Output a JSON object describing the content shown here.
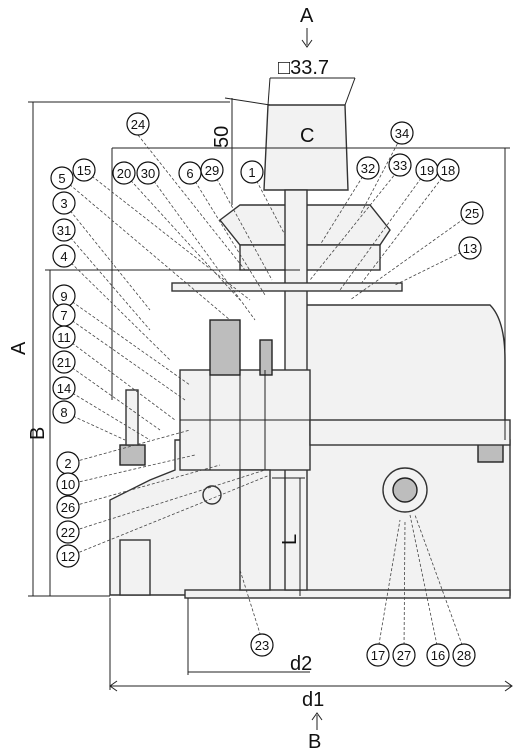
{
  "view": {
    "top": "A",
    "bottom": "B"
  },
  "dims": {
    "square": "□33.7",
    "h50": "50",
    "c": "C",
    "a": "A",
    "b": "B",
    "l": "L",
    "d1": "d1",
    "d2": "d2"
  },
  "callouts": [
    "24",
    "34",
    "15",
    "5",
    "20",
    "30",
    "6",
    "29",
    "1",
    "32",
    "33",
    "19",
    "18",
    "3",
    "25",
    "31",
    "13",
    "4",
    "9",
    "7",
    "11",
    "21",
    "14",
    "8",
    "2",
    "10",
    "26",
    "22",
    "12",
    "23",
    "17",
    "27",
    "16",
    "28"
  ]
}
